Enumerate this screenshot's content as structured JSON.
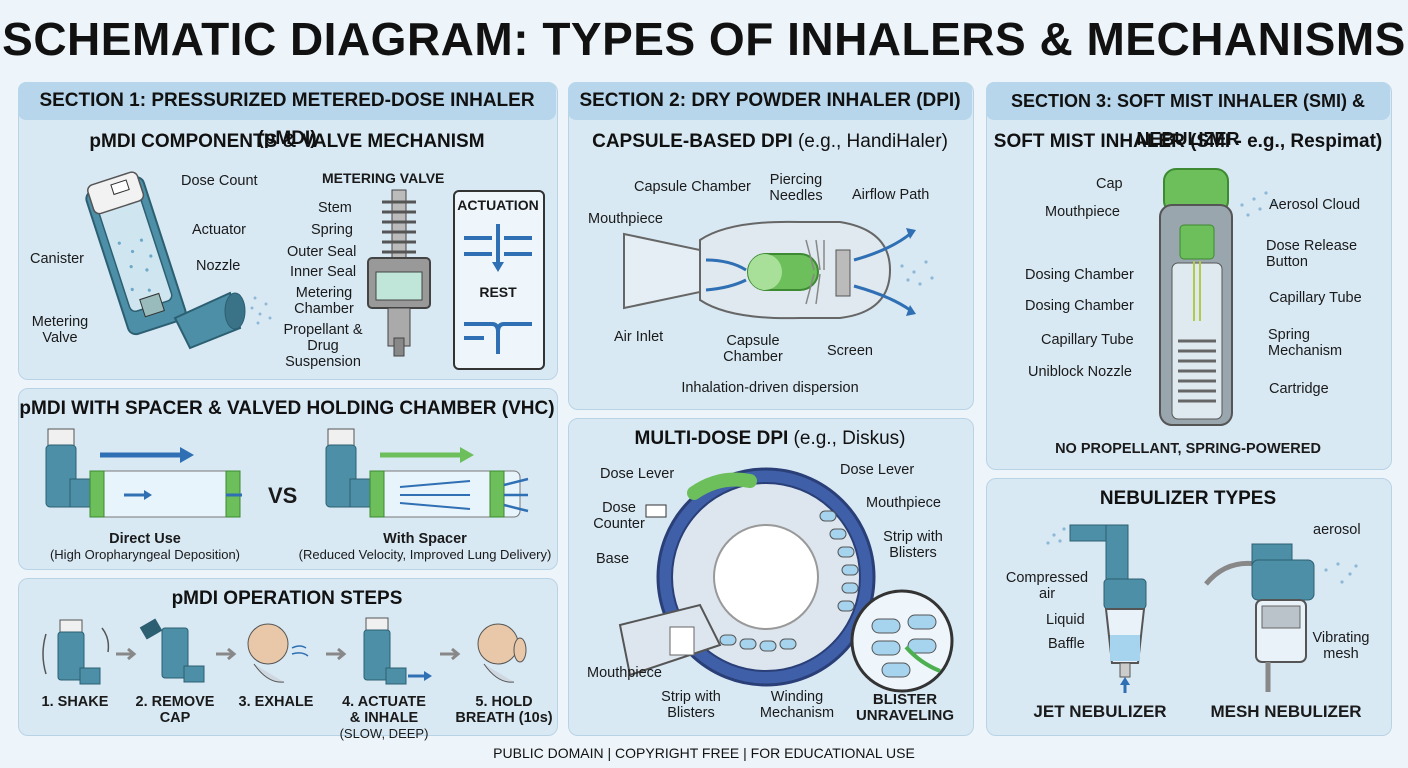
{
  "title": "SCHEMATIC DIAGRAM: TYPES OF INHALERS & MECHANISMS",
  "footer": "PUBLIC DOMAIN | COPYRIGHT FREE | FOR EDUCATIONAL USE",
  "colors": {
    "device_blue": "#4d8fa6",
    "arrow_blue": "#2f6fb3",
    "spacer_green": "#6cbf5a",
    "panel_bg": "#d8e9f4",
    "header_bg": "#b7d6ec"
  },
  "section1": {
    "header": "SECTION 1: PRESSURIZED METERED-DOSE INHALER (pMDI)",
    "components": {
      "title": "pMDI COMPONENTS & VALVE MECHANISM",
      "labels": {
        "dose_count": "Dose Count",
        "actuator": "Actuator",
        "canister": "Canister",
        "nozzle": "Nozzle",
        "metering_valve": "Metering Valve"
      },
      "valve_title": "METERING VALVE",
      "valve_labels": {
        "stem": "Stem",
        "spring": "Spring",
        "outer_seal": "Outer Seal",
        "inner_seal": "Inner Seal",
        "metering_chamber": "Metering Chamber",
        "propellant": "Propellant & Drug Suspension"
      },
      "actuation": "ACTUATION",
      "rest": "REST"
    },
    "spacer": {
      "title": "pMDI WITH SPACER & VALVED HOLDING CHAMBER (VHC)",
      "vs": "VS",
      "direct_title": "Direct Use",
      "direct_note": "(High Oropharyngeal Deposition)",
      "spacer_title": "With Spacer",
      "spacer_note": "(Reduced Velocity, Improved Lung Delivery)"
    },
    "steps": {
      "title": "pMDI OPERATION STEPS",
      "items": [
        {
          "label": "1. SHAKE",
          "note": ""
        },
        {
          "label": "2. REMOVE CAP",
          "note": ""
        },
        {
          "label": "3. EXHALE",
          "note": ""
        },
        {
          "label": "4. ACTUATE & INHALE",
          "note": "(SLOW, DEEP)"
        },
        {
          "label": "5. HOLD BREATH (10s)",
          "note": ""
        }
      ]
    }
  },
  "section2": {
    "header": "SECTION 2: DRY POWDER INHALER (DPI)",
    "capsule": {
      "title_bold": "CAPSULE-BASED DPI",
      "title_normal": " (e.g., HandiHaler)",
      "labels": {
        "capsule_chamber_top": "Capsule Chamber",
        "piercing_needles": "Piercing Needles",
        "airflow_path": "Airflow Path",
        "mouthpiece": "Mouthpiece",
        "air_inlet": "Air Inlet",
        "capsule_chamber_bottom": "Capsule Chamber",
        "screen": "Screen"
      },
      "caption": "Inhalation-driven dispersion"
    },
    "multidose": {
      "title_bold": "MULTI-DOSE DPI",
      "title_normal": " (e.g., Diskus)",
      "labels": {
        "dose_lever_left": "Dose Lever",
        "dose_lever_right": "Dose Lever",
        "dose_counter": "Dose Counter",
        "mouthpiece_right": "Mouthpiece",
        "strip_blisters_right": "Strip with Blisters",
        "base": "Base",
        "mouthpiece_left": "Mouthpiece",
        "strip_blisters_bottom": "Strip with Blisters",
        "winding": "Winding Mechanism",
        "blister_unraveling": "BLISTER UNRAVELING"
      }
    }
  },
  "section3": {
    "header": "SECTION 3: SOFT MIST INHALER (SMI) & NEBULIZER",
    "smi": {
      "title": "SOFT MIST INHALER (SMI - e.g., Respimat)",
      "labels": {
        "cap": "Cap",
        "mouthpiece": "Mouthpiece",
        "aerosol_cloud": "Aerosol Cloud",
        "dose_release": "Dose Release Button",
        "dosing_chamber_1": "Dosing Chamber",
        "dosing_chamber_2": "Dosing Chamber",
        "capillary_right": "Capillary Tube",
        "capillary_left": "Capillary Tube",
        "spring": "Spring Mechanism",
        "uniblock": "Uniblock Nozzle",
        "cartridge": "Cartridge"
      },
      "caption": "NO PROPELLANT, SPRING-POWERED"
    },
    "nebulizer": {
      "title": "NEBULIZER TYPES",
      "labels": {
        "compressed_air": "Compressed air",
        "liquid": "Liquid",
        "baffle": "Baffle",
        "aerosol": "aerosol",
        "vibrating_mesh": "Vibrating mesh"
      },
      "jet": "JET NEBULIZER",
      "mesh": "MESH NEBULIZER"
    }
  }
}
